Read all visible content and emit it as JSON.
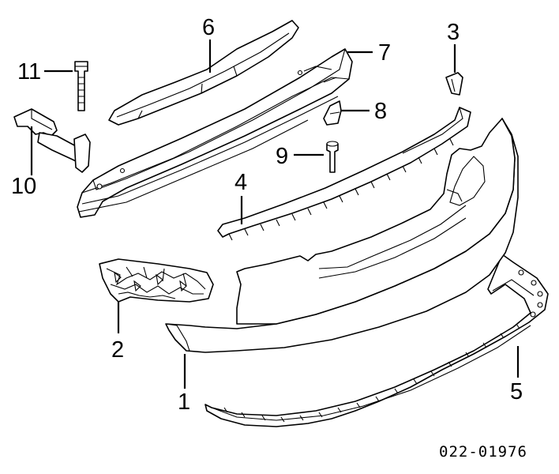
{
  "diagram": {
    "callouts": {
      "c1": "1",
      "c2": "2",
      "c3": "3",
      "c4": "4",
      "c5": "5",
      "c6": "6",
      "c7": "7",
      "c8": "8",
      "c9": "9",
      "c10": "10",
      "c11": "11"
    },
    "diagram_code": "022-01976"
  }
}
